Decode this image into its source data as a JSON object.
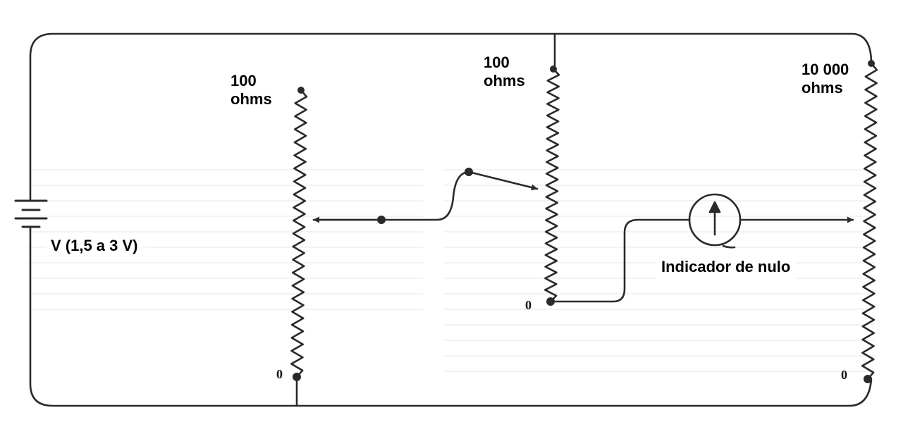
{
  "labels": {
    "r1_value": "100",
    "r1_unit": "ohms",
    "r2_value": "100",
    "r2_unit": "ohms",
    "r3_value": "10 000",
    "r3_unit": "ohms",
    "battery": "V (1,5 a 3 V)",
    "null_indicator": "Indicador de nulo",
    "zero": "0"
  },
  "colors": {
    "wire": "#2a2a2a",
    "background": "#ffffff",
    "ghost_text": "#d6d6d6"
  }
}
